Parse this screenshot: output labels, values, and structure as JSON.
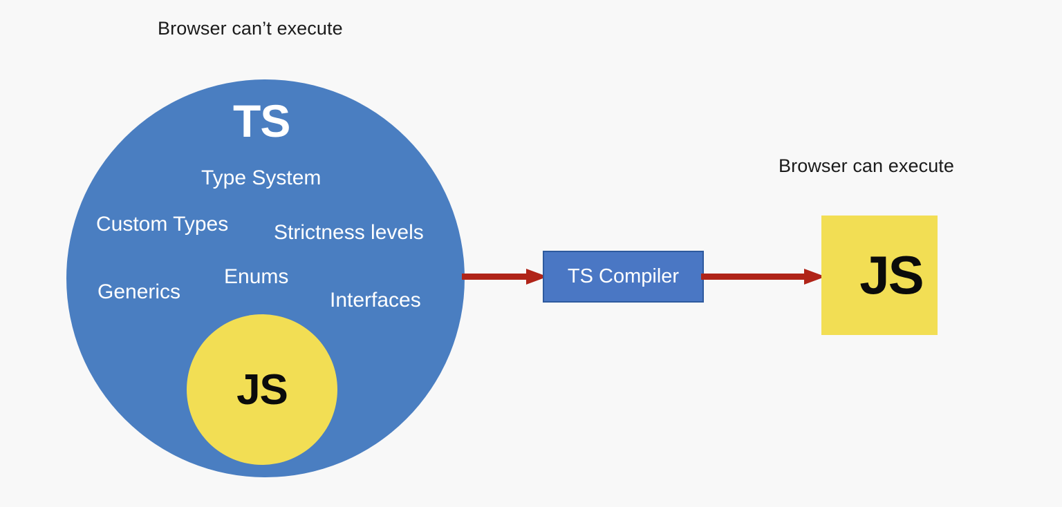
{
  "background_color": "#f8f8f8",
  "colors": {
    "typescript_blue": "#4a7ec1",
    "compiler_box_blue": "#4a77c4",
    "compiler_box_border": "#2e5a9e",
    "javascript_yellow": "#f2de54",
    "arrow_red": "#b02418",
    "caption_text": "#1b1b1b",
    "circle_text": "#ffffff",
    "js_text": "#0b0b0b"
  },
  "captions": {
    "left": "Browser can’t execute",
    "right": "Browser can execute"
  },
  "typescript_circle": {
    "title": "TS",
    "inner_label": "JS",
    "features": [
      "Type System",
      "Custom Types",
      "Strictness levels",
      "Enums",
      "Generics",
      "Interfaces"
    ]
  },
  "compiler": {
    "label": "TS Compiler"
  },
  "output": {
    "label": "JS"
  },
  "arrows": [
    {
      "name": "ts-to-compiler",
      "direction": "right"
    },
    {
      "name": "compiler-to-js",
      "direction": "right"
    }
  ]
}
